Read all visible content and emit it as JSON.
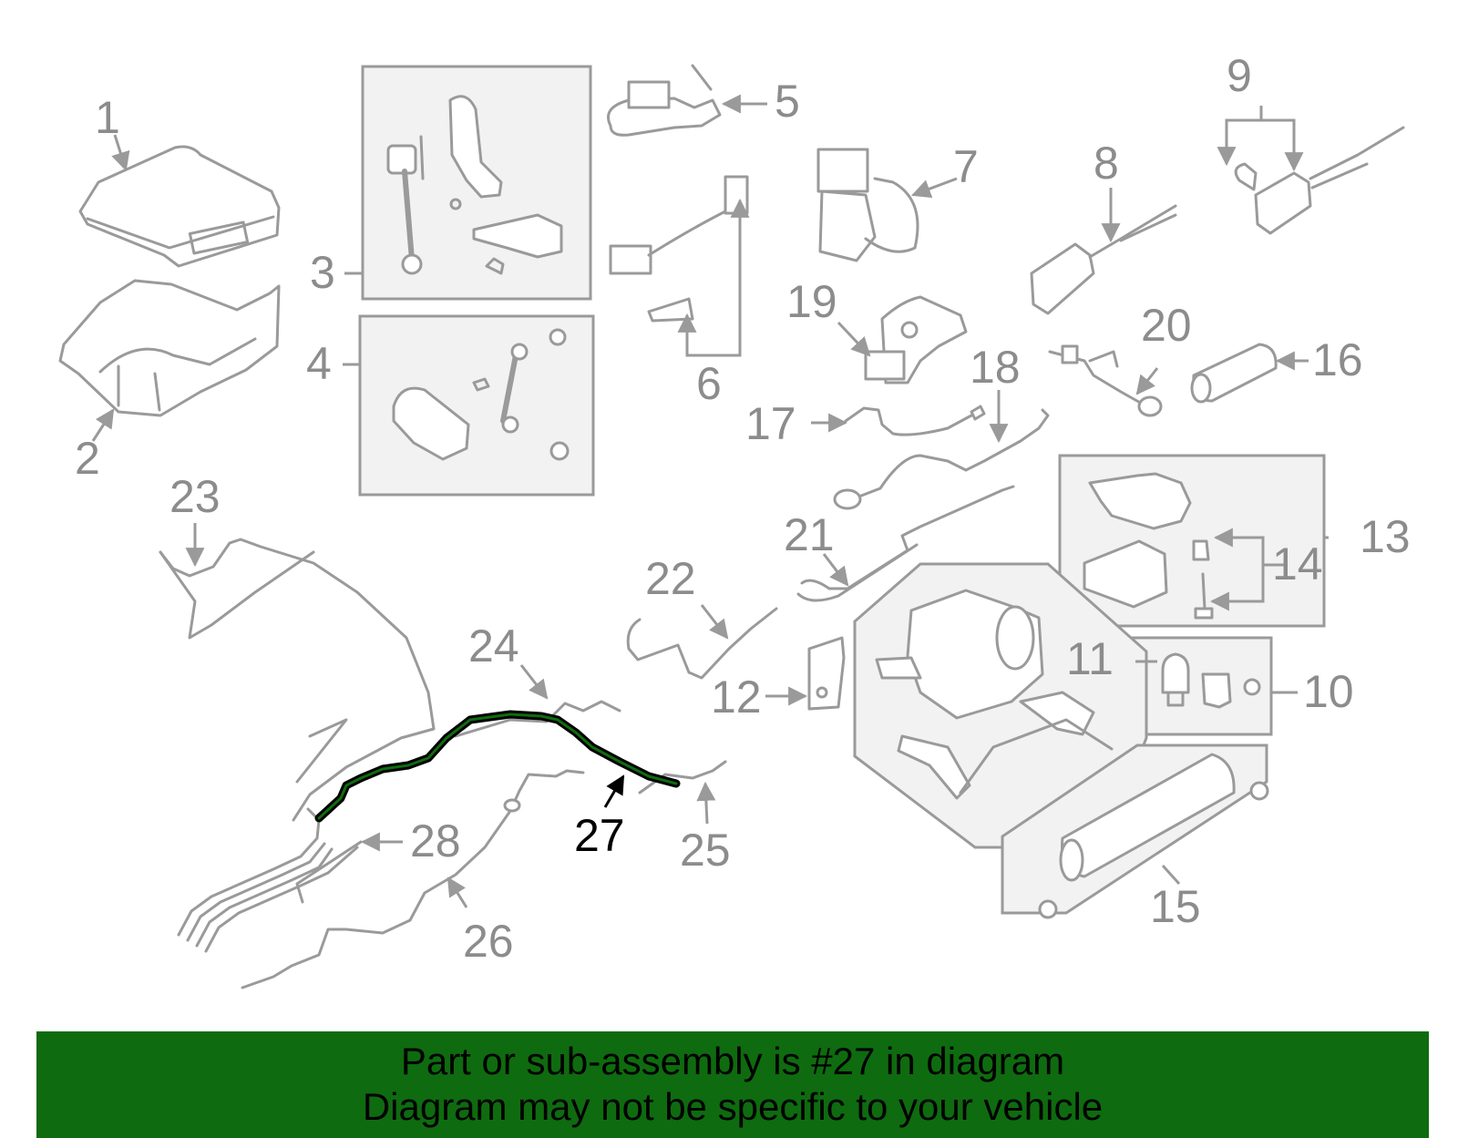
{
  "colors": {
    "part_line": "#9a9a9a",
    "box_fill": "#f2f2f2",
    "highlight_outline": "#000000",
    "highlight_fill": "#0f6b0f",
    "banner_background": "#0f6b0f",
    "callout_text": "#8c8c8c",
    "highlight_text": "#000000"
  },
  "highlighted_part": "27",
  "callouts": [
    "1",
    "2",
    "3",
    "4",
    "5",
    "6",
    "7",
    "8",
    "9",
    "10",
    "11",
    "12",
    "13",
    "14",
    "15",
    "16",
    "17",
    "18",
    "19",
    "20",
    "21",
    "22",
    "23",
    "24",
    "25",
    "26",
    "27",
    "28"
  ],
  "banner": {
    "line1": "Part or sub-assembly is #27 in diagram",
    "line2": "Diagram may not be specific to your vehicle"
  }
}
